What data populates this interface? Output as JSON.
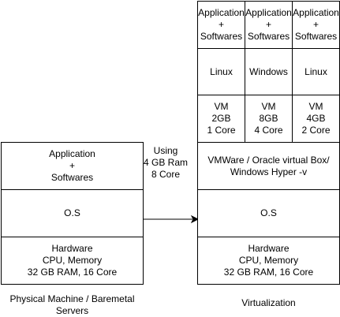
{
  "physical": {
    "app": "Application\n+\nSoftwares",
    "os": "O.S",
    "hardware": "Hardware\nCPU, Memory\n32 GB RAM, 16 Core",
    "caption": "Physical Machine / Baremetal\nServers"
  },
  "annotation": "Using\n4 GB Ram\n8 Core",
  "virtual": {
    "apps": [
      "Application\n+\nSoftwares",
      "Application\n+\nSoftwares",
      "Application\n+\nSoftwares"
    ],
    "guest_os": [
      "Linux",
      "Windows",
      "Linux"
    ],
    "vms": [
      "VM\n2GB\n1 Core",
      "VM\n8GB\n4 Core",
      "VM\n4GB\n2 Core"
    ],
    "hypervisor": "VMWare / Oracle virtual Box/\nWindows Hyper -v",
    "os": "O.S",
    "hardware": "Hardware\nCPU, Memory\n32 GB RAM, 16 Core",
    "caption": "Virtualization"
  }
}
